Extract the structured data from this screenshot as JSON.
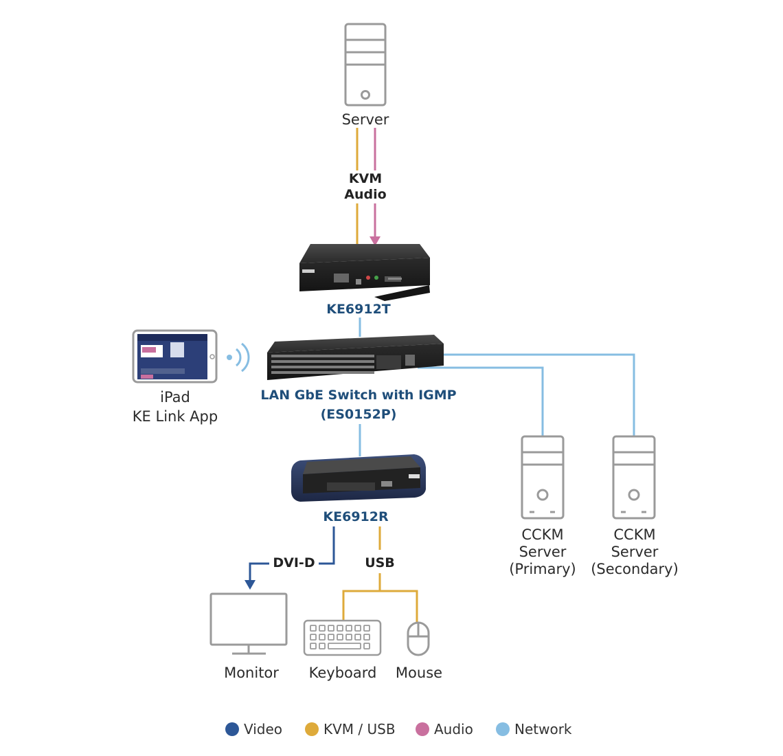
{
  "colors": {
    "video": "#2d5797",
    "kvm_usb": "#deaa3a",
    "audio": "#c9709e",
    "network": "#86bde2",
    "icon_stroke": "#9a9a9a",
    "model_label": "#1f4e7a"
  },
  "nodes": {
    "server": {
      "label": "Server",
      "icon": "server-tower-icon"
    },
    "ke6912t": {
      "label": "KE6912T",
      "icon": "transmitter-device-icon"
    },
    "switch": {
      "label_line1": "LAN GbE Switch with IGMP",
      "label_line2": "(ES0152P)",
      "icon": "network-switch-icon"
    },
    "ipad": {
      "label_line1": "iPad",
      "label_line2": "KE Link App",
      "icon": "tablet-icon"
    },
    "ke6912r": {
      "label": "KE6912R",
      "icon": "receiver-device-icon"
    },
    "cckm_primary": {
      "label_line1": "CCKM",
      "label_line2": "Server",
      "label_line3": "(Primary)",
      "icon": "server-tower-icon"
    },
    "cckm_secondary": {
      "label_line1": "CCKM",
      "label_line2": "Server",
      "label_line3": "(Secondary)",
      "icon": "server-tower-icon"
    },
    "monitor": {
      "label": "Monitor",
      "icon": "monitor-icon"
    },
    "keyboard": {
      "label": "Keyboard",
      "icon": "keyboard-icon"
    },
    "mouse": {
      "label": "Mouse",
      "icon": "mouse-icon"
    }
  },
  "connections": {
    "kvm_label": "KVM",
    "audio_label": "Audio",
    "dvi_label": "DVI-D",
    "usb_label": "USB"
  },
  "legend": [
    {
      "label": "Video",
      "color": "#2d5797"
    },
    {
      "label": "KVM / USB",
      "color": "#deaa3a"
    },
    {
      "label": "Audio",
      "color": "#c9709e"
    },
    {
      "label": "Network",
      "color": "#86bde2"
    }
  ]
}
